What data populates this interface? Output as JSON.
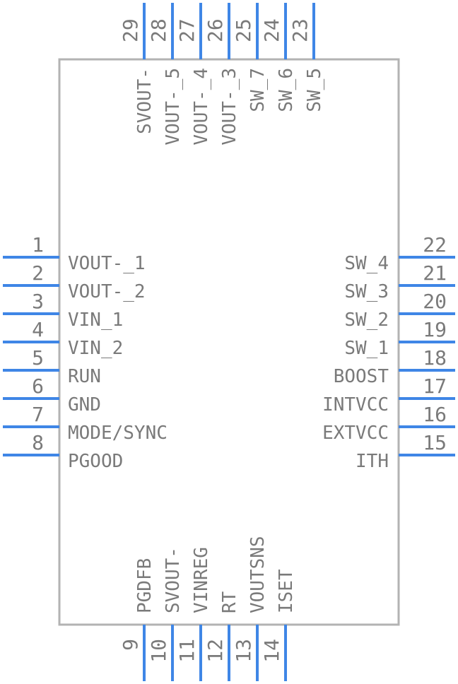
{
  "component": {
    "body_color": "#b3b3b3",
    "pin_color": "#3f86e6",
    "text_color": "#7a7a7a"
  },
  "pins": {
    "left": [
      {
        "number": "1",
        "name": "VOUT-_1"
      },
      {
        "number": "2",
        "name": "VOUT-_2"
      },
      {
        "number": "3",
        "name": "VIN_1"
      },
      {
        "number": "4",
        "name": "VIN_2"
      },
      {
        "number": "5",
        "name": "RUN"
      },
      {
        "number": "6",
        "name": "GND"
      },
      {
        "number": "7",
        "name": "MODE/SYNC"
      },
      {
        "number": "8",
        "name": "PGOOD"
      }
    ],
    "bottom": [
      {
        "number": "9",
        "name": "PGDFB"
      },
      {
        "number": "10",
        "name": "SVOUT-"
      },
      {
        "number": "11",
        "name": "VINREG"
      },
      {
        "number": "12",
        "name": "RT"
      },
      {
        "number": "13",
        "name": "VOUTSNS"
      },
      {
        "number": "14",
        "name": "ISET"
      }
    ],
    "right": [
      {
        "number": "15",
        "name": "ITH"
      },
      {
        "number": "16",
        "name": "EXTVCC"
      },
      {
        "number": "17",
        "name": "INTVCC"
      },
      {
        "number": "18",
        "name": "BOOST"
      },
      {
        "number": "19",
        "name": "SW_1"
      },
      {
        "number": "20",
        "name": "SW_2"
      },
      {
        "number": "21",
        "name": "SW_3"
      },
      {
        "number": "22",
        "name": "SW_4"
      }
    ],
    "top": [
      {
        "number": "23",
        "name": "SW_5"
      },
      {
        "number": "24",
        "name": "SW_6"
      },
      {
        "number": "25",
        "name": "SW_7"
      },
      {
        "number": "26",
        "name": "VOUT-_3"
      },
      {
        "number": "27",
        "name": "VOUT-_4"
      },
      {
        "number": "28",
        "name": "VOUT-_5"
      },
      {
        "number": "29",
        "name": "SVOUT-"
      }
    ]
  }
}
